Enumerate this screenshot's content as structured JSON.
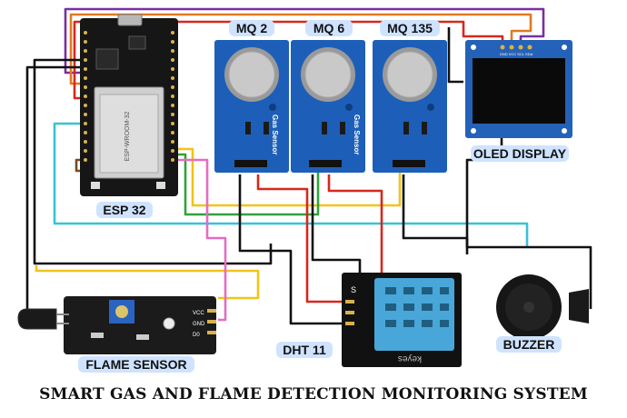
{
  "labels": {
    "mq2": "MQ 2",
    "mq6": "MQ 6",
    "mq135": "MQ 135",
    "oled": "OLED DISPLAY",
    "esp32": "ESP 32",
    "flame": "FLAME SENSOR",
    "dht11": "DHT 11",
    "buzzer": "BUZZER"
  },
  "module_text": {
    "gas_sensor": "Gas Sensor",
    "esp_chip": "ESP-WROOM-32",
    "keyes": "keyes",
    "s_pin": "S",
    "vcc": "VCC",
    "gnd": "GND",
    "d0": "D0",
    "oled_pins": "GND VCC SCL SDA"
  },
  "title": "SMART GAS AND FLAME DETECTION MONITORING SYSTEM",
  "colors": {
    "mq_board": "#1d5fb8",
    "sensor_mesh": "#c9c9c9",
    "esp_board": "#161616",
    "flame_board": "#1b1b1b",
    "dht_body": "#48a7d8",
    "label_bg": "#cfe3ff",
    "wire_purple": "#7a2fa0",
    "wire_orange": "#e07a1f",
    "wire_red": "#d6281e",
    "wire_yellow": "#f0c419",
    "wire_green": "#2fa33a",
    "wire_cyan": "#36c3d6",
    "wire_pink": "#e56cc3",
    "wire_brown": "#7a4a1c",
    "wire_black": "#111111"
  }
}
